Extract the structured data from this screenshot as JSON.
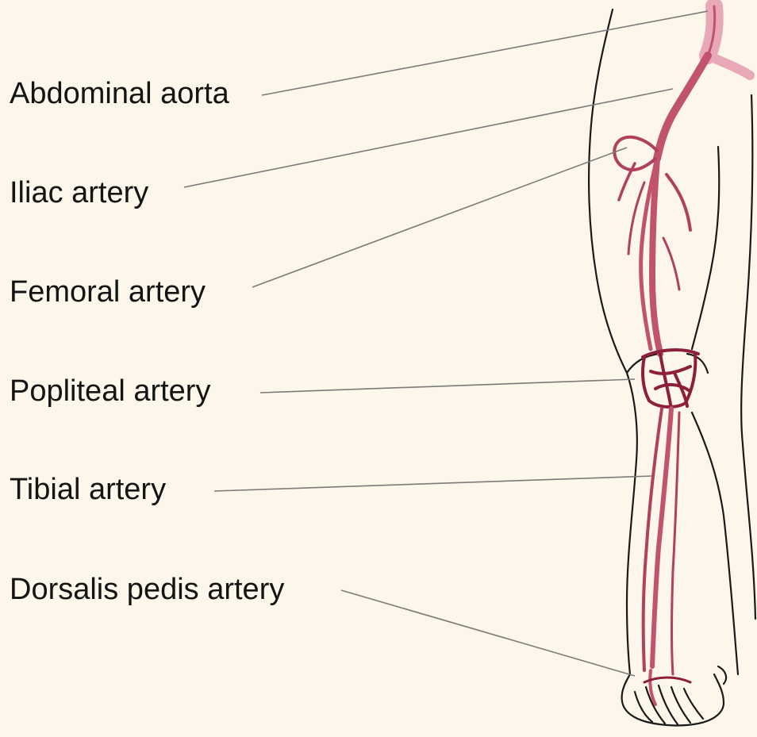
{
  "labels": [
    {
      "key": "aorta",
      "text": "Abdominal aorta"
    },
    {
      "key": "iliac",
      "text": "Iliac artery"
    },
    {
      "key": "femoral",
      "text": "Femoral artery"
    },
    {
      "key": "popliteal",
      "text": "Popliteal artery"
    },
    {
      "key": "tibial",
      "text": "Tibial artery"
    },
    {
      "key": "dorsalis",
      "text": "Dorsalis pedis artery"
    }
  ],
  "colors": {
    "background": "#fcf7ea",
    "artery": "#c2536e",
    "artery_dark": "#8e1f3c",
    "artery_light": "#e9a8b8",
    "outline": "#1a1a1a",
    "leader": "#7a7a7a"
  }
}
